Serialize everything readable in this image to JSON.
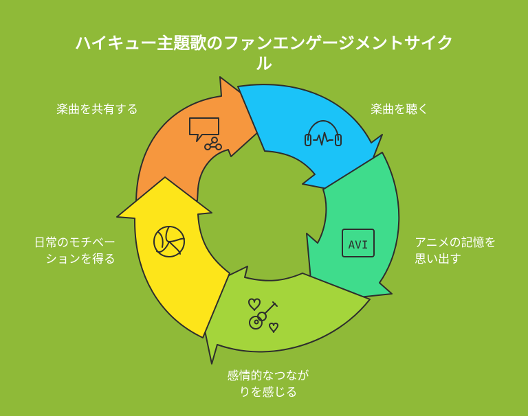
{
  "title": {
    "line1": "ハイキュー主題歌のファンエンゲージメントサイク",
    "line2": "ル"
  },
  "steps": [
    {
      "lines": [
        "楽曲を聴く"
      ],
      "icon": "headphones-icon",
      "color": "#1bc3f8"
    },
    {
      "lines": [
        "アニメの記憶を",
        "思い出す"
      ],
      "icon": "avi-file-icon",
      "color": "#3fdc8c"
    },
    {
      "lines": [
        "感情的なつなが",
        "りを感じる"
      ],
      "icon": "guitar-hearts-icon",
      "color": "#a4d53b"
    },
    {
      "lines": [
        "日常のモチベー",
        "ションを得る"
      ],
      "icon": "volleyball-icon",
      "color": "#fde51a"
    },
    {
      "lines": [
        "楽曲を共有する"
      ],
      "icon": "share-chat-icon",
      "color": "#f6973e"
    }
  ],
  "icon_text": {
    "avi": "AVI"
  },
  "colors": {
    "background": "#8fba38",
    "outline": "#2d2d2d",
    "text": "#ffffff"
  }
}
